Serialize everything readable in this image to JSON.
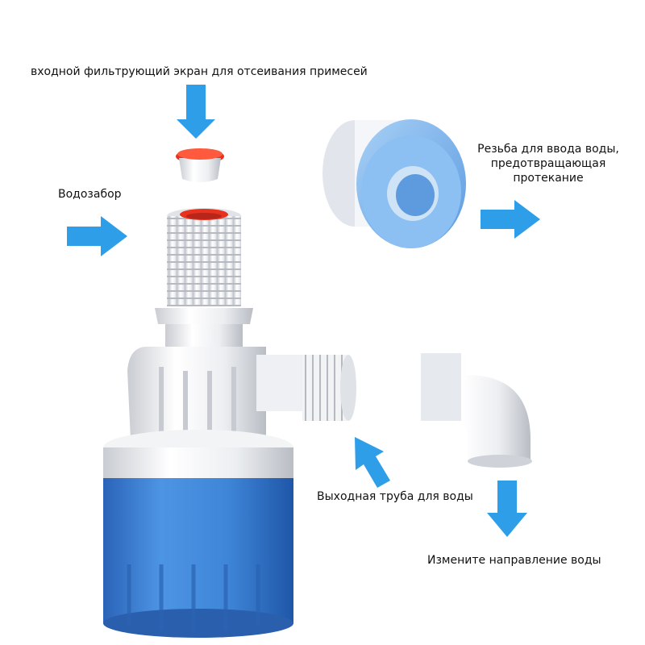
{
  "labels": {
    "filter_screen": "входной фильтрующий экран для отсеивания примесей",
    "water_intake": "Водозабор",
    "thread_line1": "Резьба для ввода воды,",
    "thread_line2": "предотвращающая",
    "thread_line3": "протекание",
    "outlet_pipe": "Выходная труба для воды",
    "change_direction": "Измените направление воды"
  },
  "colors": {
    "arrow_blue": "#2f9ee8",
    "float_blue": "#3f86d8",
    "tape_blue": "#7fb6ee",
    "filter_red": "#e8321e",
    "white_part": "#eef0f3"
  },
  "icons": [
    "arrow-down-icon",
    "arrow-right-icon",
    "arrow-up-left-icon"
  ]
}
